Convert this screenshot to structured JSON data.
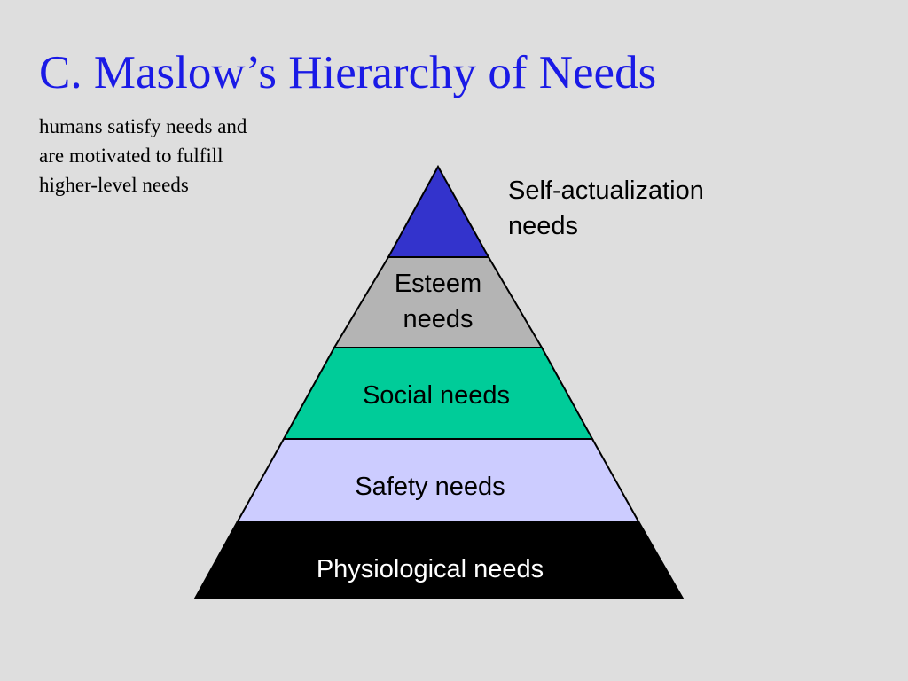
{
  "title": "C. Maslow’s Hierarchy of Needs",
  "subtitle_lines": [
    "humans satisfy needs and",
    "are motivated to fulfill",
    "higher-level needs"
  ],
  "colors": {
    "background": "#dedede",
    "title": "#1a1ae6",
    "self_actualization": "#3333cc",
    "esteem": "#b4b4b4",
    "social": "#00cc99",
    "safety": "#ccccff",
    "physiological": "#000000"
  },
  "pyramid": {
    "self_actualization": {
      "lines": [
        "Self-actualization",
        "needs"
      ]
    },
    "esteem": {
      "lines": [
        "Esteem",
        "needs"
      ]
    },
    "social": {
      "lines": [
        "Social needs"
      ]
    },
    "safety": {
      "lines": [
        "Safety needs"
      ]
    },
    "physiological": {
      "lines": [
        "Physiological needs"
      ]
    }
  }
}
